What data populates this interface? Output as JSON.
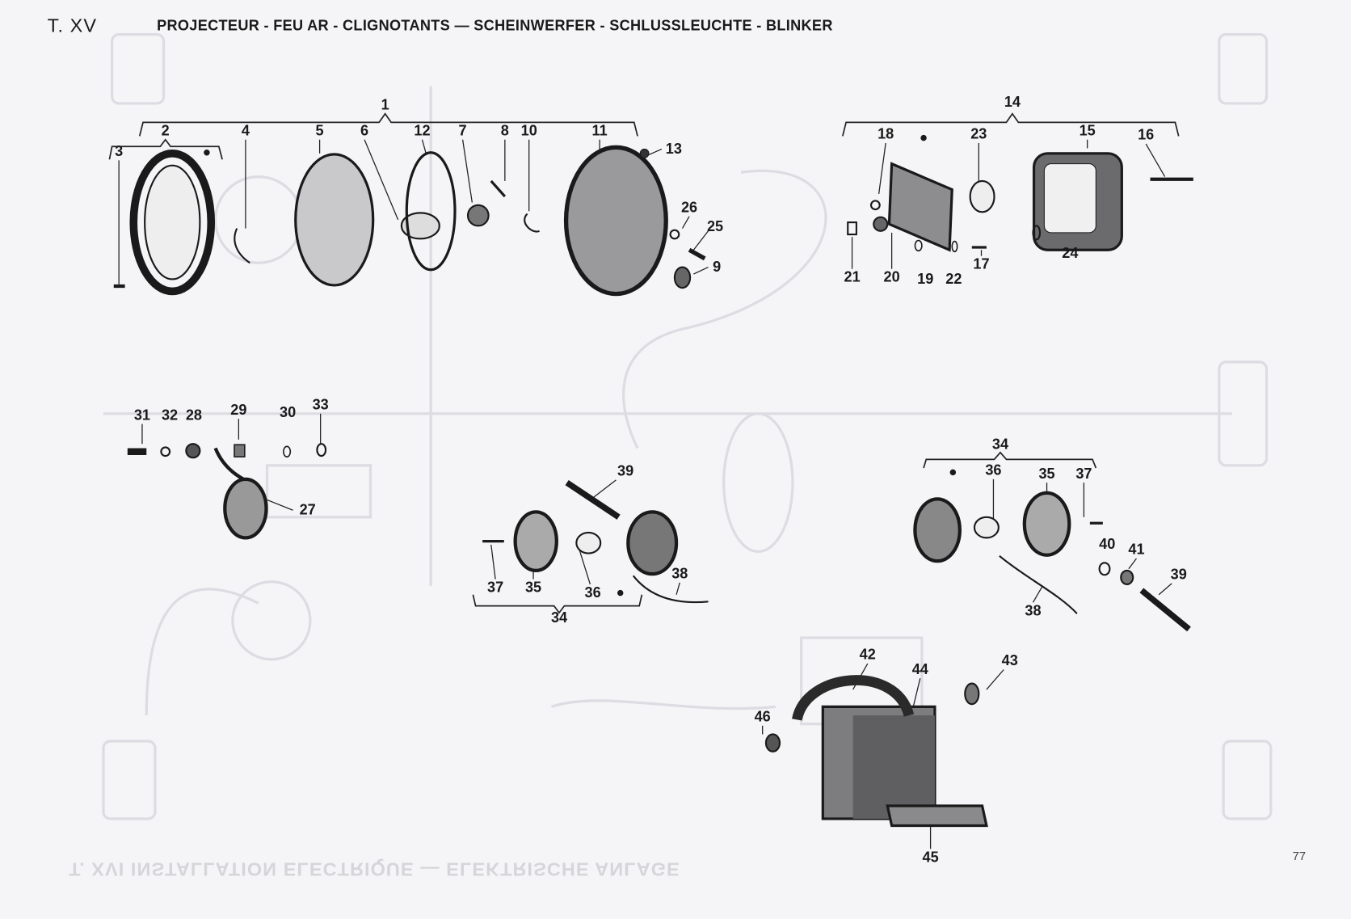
{
  "header": {
    "plate": "T. XV",
    "title": "PROJECTEUR - FEU AR - CLIGNOTANTS — SCHEINWERFER - SCHLUSSLEUCHTE - BLINKER"
  },
  "bleed_through": "T. XVI    INSTALLATION ELECTRIQUE — ELEKTRISCHE ANLAGE",
  "page_number": "77",
  "groups": {
    "headlight": {
      "group": "1",
      "rim_group": "2",
      "screw": "3",
      "clip": "4",
      "lens": "5",
      "bulb": "6",
      "socket": "7",
      "pin": "8",
      "spring": "10",
      "ring": "12",
      "housing": "11",
      "screw_top": "13",
      "washer": "26",
      "bolt": "25",
      "nut": "9"
    },
    "tail_light": {
      "group": "14",
      "base": "18",
      "bulb": "23",
      "cover": "15",
      "screw": "16",
      "clip": "24",
      "grommet": "21",
      "nut": "20",
      "washer": "19",
      "washer_small": "22",
      "stud": "17"
    },
    "horn": {
      "bolt": "31",
      "washer": "32",
      "spacer": "28",
      "nut": "29",
      "washer_b": "30",
      "washer_c": "33",
      "horn": "27"
    },
    "indicator_left": {
      "group": "34",
      "stem": "39",
      "screw": "37",
      "lens": "35",
      "bulb": "36",
      "wire": "38"
    },
    "indicator_right": {
      "group": "34",
      "bulb": "36",
      "lens": "35",
      "screw": "37",
      "washer": "40",
      "nut": "41",
      "stem": "39",
      "wire": "38"
    },
    "battery": {
      "strap": "42",
      "battery": "44",
      "terminal": "43",
      "nut": "46",
      "pad": "45"
    }
  }
}
